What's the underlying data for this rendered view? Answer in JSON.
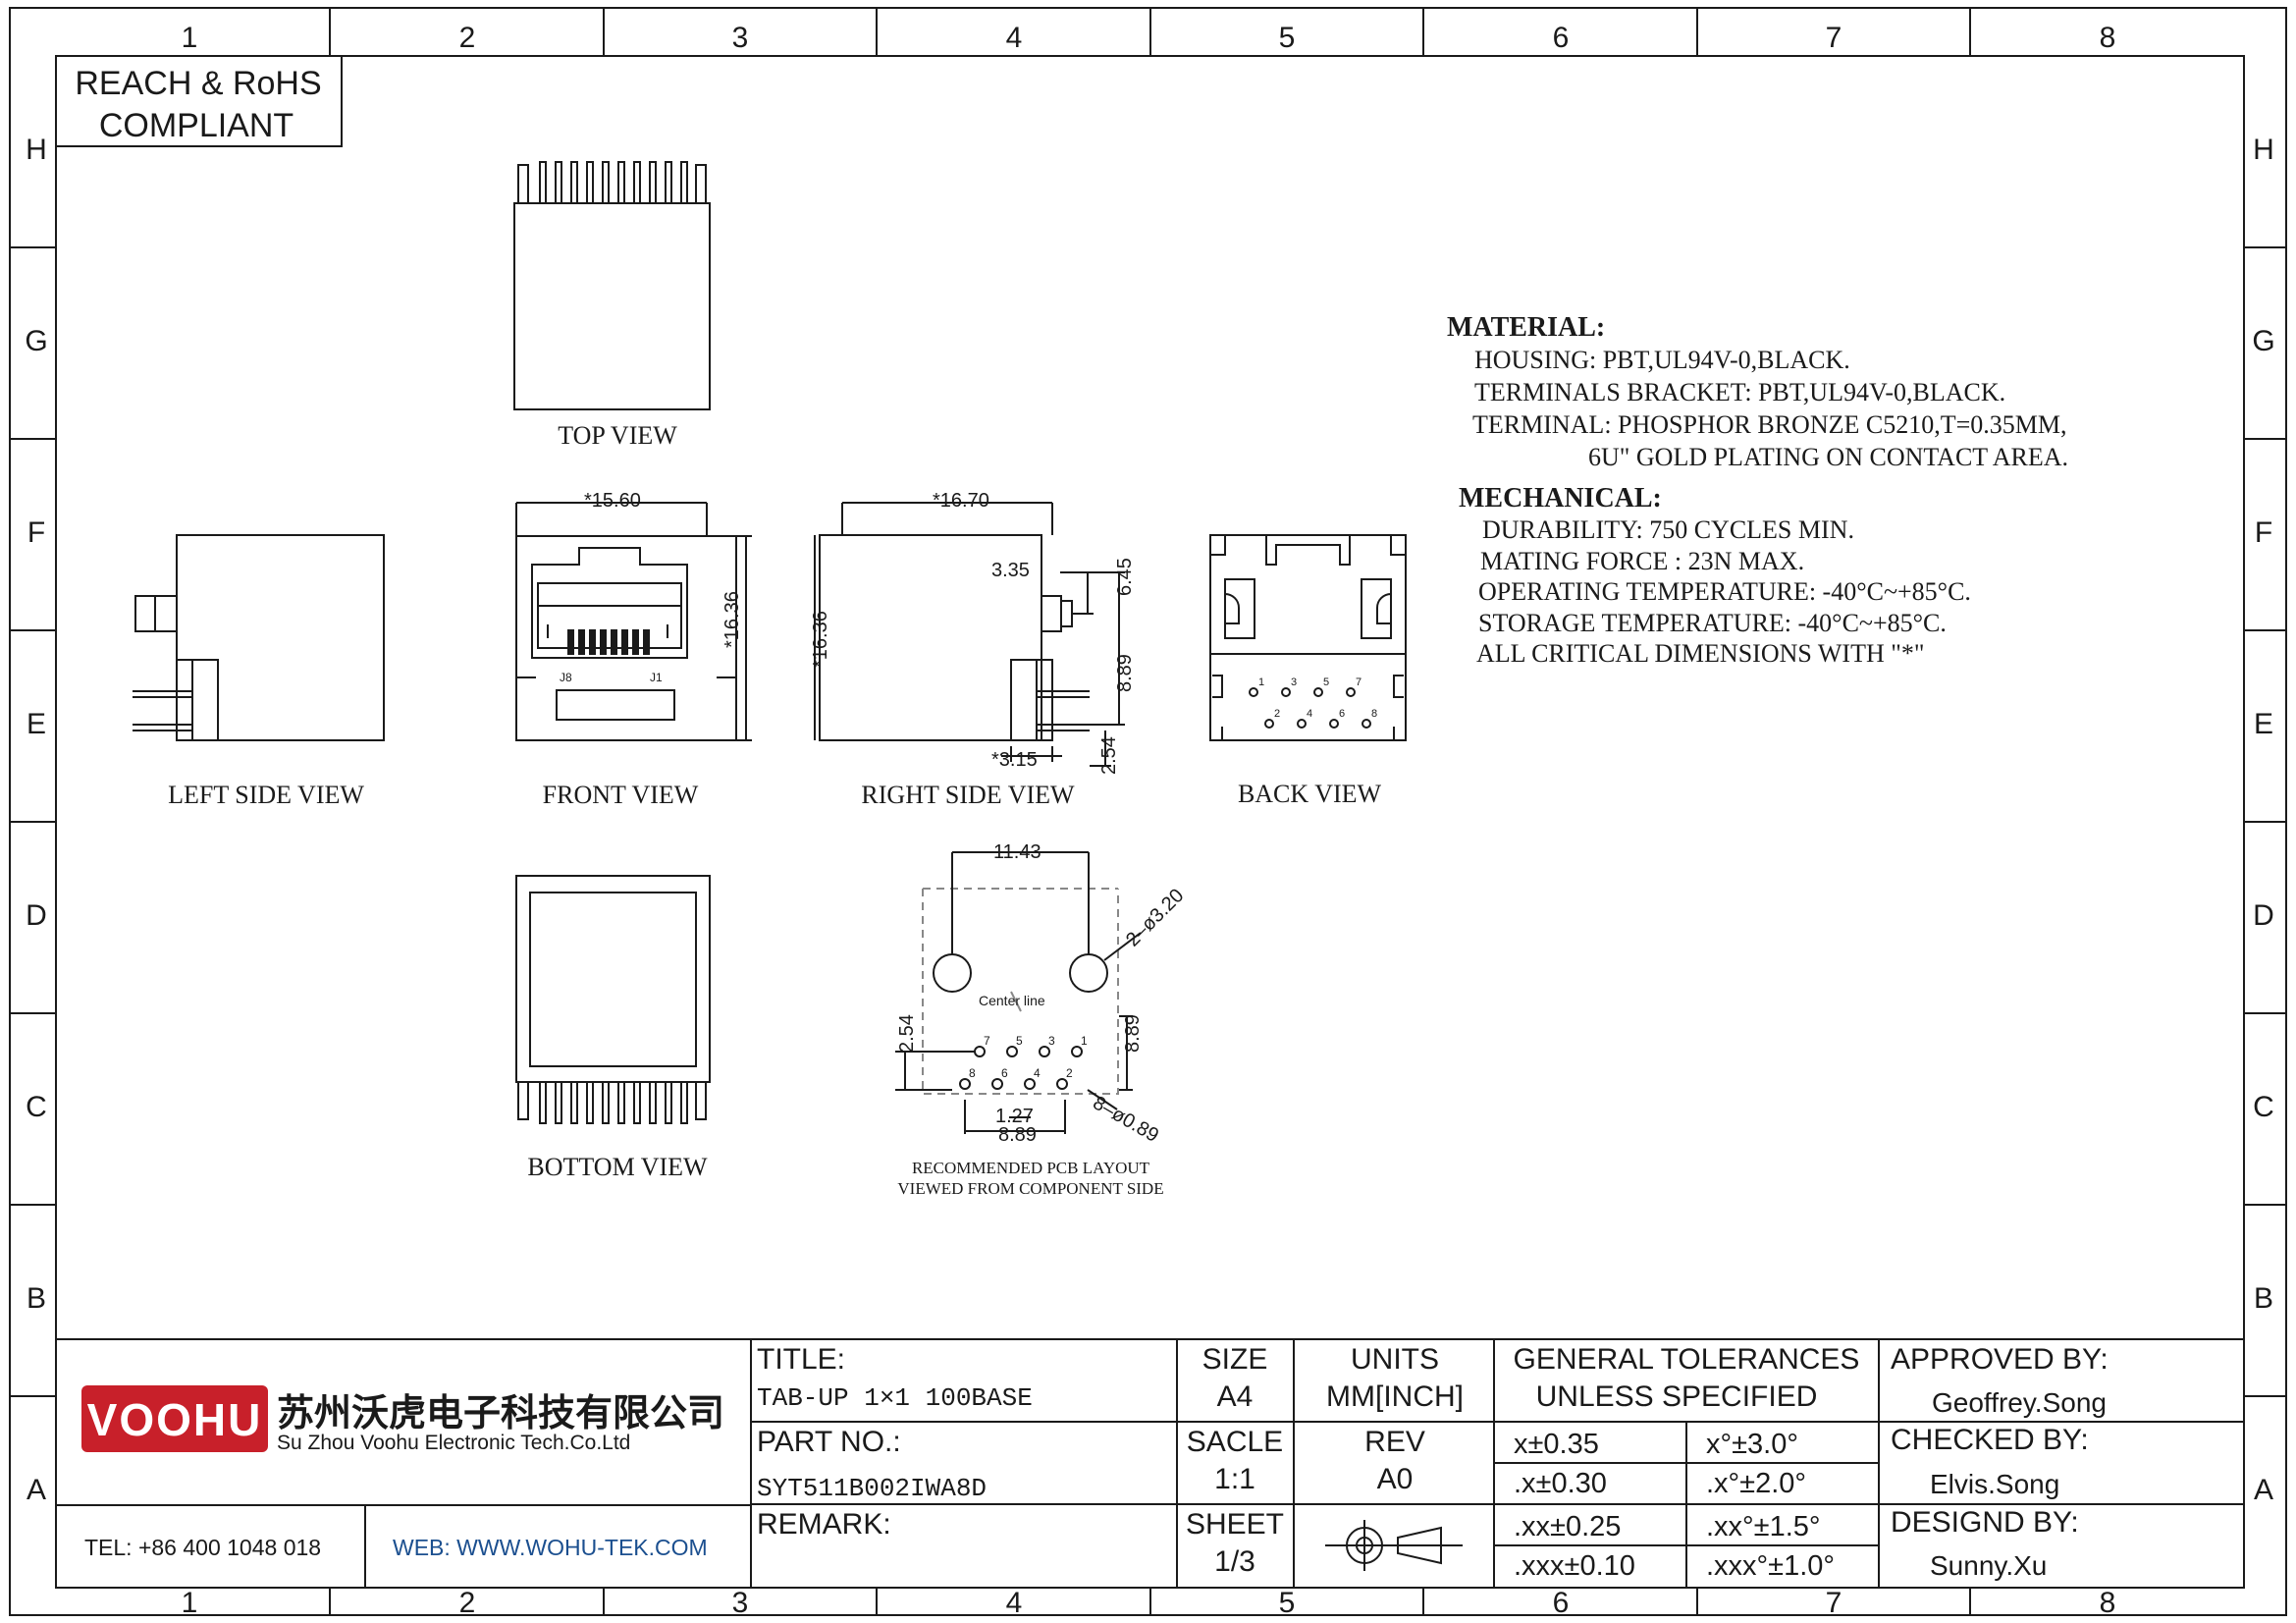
{
  "grid": {
    "columns": [
      "1",
      "2",
      "3",
      "4",
      "5",
      "6",
      "7",
      "8"
    ],
    "rows": [
      "H",
      "G",
      "F",
      "E",
      "D",
      "C",
      "B",
      "A"
    ]
  },
  "compliance": {
    "line1": "REACH & RoHS",
    "line2": "COMPLIANT"
  },
  "views": {
    "top": "TOP VIEW",
    "left_side": "LEFT SIDE VIEW",
    "front": "FRONT VIEW",
    "right_side": "RIGHT SIDE VIEW",
    "back": "BACK VIEW",
    "bottom": "BOTTOM VIEW"
  },
  "dimensions": {
    "front_width": "*15.60",
    "front_height": "*16.36",
    "right_width": "*16.70",
    "right_height": "*16.36",
    "d335": "3.35",
    "d645": "6.45",
    "d889_side": "8.89",
    "d315": "*3.15",
    "d254_side": "2.54",
    "pcb_1143": "11.43",
    "pcb_hole": "2–ø3.20",
    "pcb_254": "2.54",
    "pcb_889_v": "8.89",
    "pcb_127": "1.27",
    "pcb_889_h": "8.89",
    "pcb_pin": "8–ø0.89",
    "centerline": "Center line",
    "front_j8": "J8",
    "front_j1": "J1"
  },
  "pins": {
    "back_top": [
      "1",
      "3",
      "5",
      "7"
    ],
    "back_bottom": [
      "2",
      "4",
      "6",
      "8"
    ],
    "pcb_top": [
      "7",
      "5",
      "3",
      "1"
    ],
    "pcb_bottom": [
      "8",
      "6",
      "4",
      "2"
    ]
  },
  "pcb_caption": {
    "line1": "RECOMMENDED PCB LAYOUT",
    "line2": "VIEWED FROM COMPONENT SIDE"
  },
  "notes": {
    "material_title": "MATERIAL:",
    "material": [
      "HOUSING: PBT,UL94V-0,BLACK.",
      "TERMINALS BRACKET:  PBT,UL94V-0,BLACK.",
      "TERMINAL: PHOSPHOR BRONZE  C5210,T=0.35MM,",
      "6U\" GOLD PLATING ON CONTACT AREA."
    ],
    "mechanical_title": "MECHANICAL:",
    "mechanical": [
      "DURABILITY:  750 CYCLES MIN.",
      "MATING FORCE : 23N MAX.",
      "OPERATING TEMPERATURE:  -40°C~+85°C.",
      "STORAGE TEMPERATURE:  -40°C~+85°C.",
      "ALL CRITICAL DIMENSIONS WITH \"*\""
    ]
  },
  "title_block": {
    "logo": "VOOHU",
    "company_cn": "苏州沃虎电子科技有限公司",
    "company_en": "Su Zhou Voohu Electronic Tech.Co.Ltd",
    "tel": "TEL: +86 400 1048 018",
    "web": "WEB: WWW.WOHU-TEK.COM",
    "title_label": "TITLE:",
    "title_value": "TAB-UP  1×1  100BASE",
    "part_label": "PART NO.:",
    "part_value": "SYT511B002IWA8D",
    "remark_label": "REMARK:",
    "size_label": "SIZE",
    "size_value": "A4",
    "units_label": "UNITS",
    "units_value": "MM[INCH]",
    "scale_label": "SACLE",
    "scale_value": "1:1",
    "rev_label": "REV",
    "rev_value": "A0",
    "sheet_label": "SHEET",
    "sheet_value": "1/3",
    "tol_title1": "GENERAL TOLERANCES",
    "tol_title2": "UNLESS SPECIFIED",
    "tolerances": [
      [
        "x±0.35",
        "x°±3.0°"
      ],
      [
        ".x±0.30",
        ".x°±2.0°"
      ],
      [
        ".xx±0.25",
        ".xx°±1.5°"
      ],
      [
        ".xxx±0.10",
        ".xxx°±1.0°"
      ]
    ],
    "approved_label": "APPROVED BY:",
    "approved_value": "Geoffrey.Song",
    "checked_label": "CHECKED BY:",
    "checked_value": "Elvis.Song",
    "designed_label": "DESIGND BY:",
    "designed_value": "Sunny.Xu"
  },
  "colors": {
    "logo_red": "#c8202a",
    "ink": "#1a1a1a",
    "web_blue": "#1b4f8f"
  }
}
